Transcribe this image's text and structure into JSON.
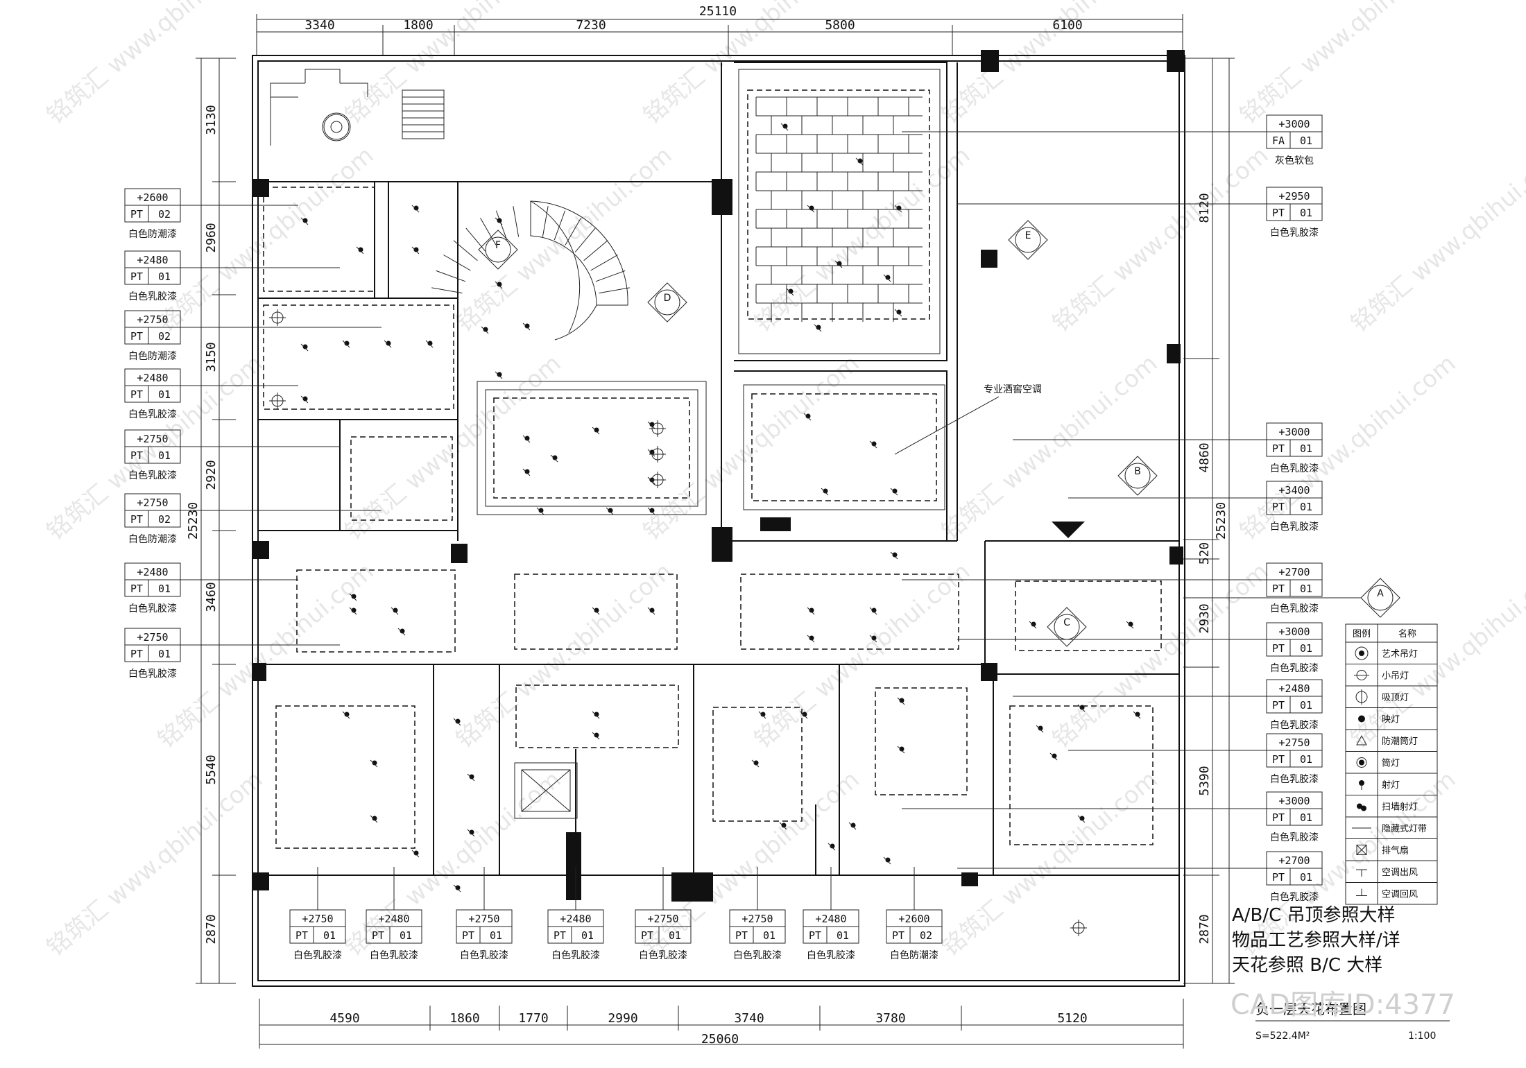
{
  "drawing": {
    "top_overall": "25110",
    "top_dims": [
      "3340",
      "1800",
      "7230",
      "5800",
      "6100"
    ],
    "bottom_overall": "25060",
    "bottom_dims": [
      "4590",
      "1860",
      "1770",
      "2990",
      "3740",
      "3780",
      "5120"
    ],
    "left_overall": "25230",
    "left_dims": [
      "3130",
      "2960",
      "3150",
      "2920",
      "3460",
      "5540",
      "2870"
    ],
    "right_overall": "25230",
    "right_dims": [
      "8120",
      "4860",
      "520",
      "2930",
      "5390",
      "2870"
    ]
  },
  "left_tags": [
    {
      "height": "+2600",
      "code": "PT",
      "num": "02",
      "note": "白色防潮漆"
    },
    {
      "height": "+2480",
      "code": "PT",
      "num": "01",
      "note": "白色乳胶漆"
    },
    {
      "height": "+2750",
      "code": "PT",
      "num": "02",
      "note": "白色防潮漆"
    },
    {
      "height": "+2480",
      "code": "PT",
      "num": "01",
      "note": "白色乳胶漆"
    },
    {
      "height": "+2750",
      "code": "PT",
      "num": "01",
      "note": "白色乳胶漆"
    },
    {
      "height": "+2750",
      "code": "PT",
      "num": "02",
      "note": "白色防潮漆"
    },
    {
      "height": "+2480",
      "code": "PT",
      "num": "01",
      "note": "白色乳胶漆"
    },
    {
      "height": "+2750",
      "code": "PT",
      "num": "01",
      "note": "白色乳胶漆"
    }
  ],
  "right_tags": [
    {
      "height": "+3000",
      "code": "FA",
      "num": "01",
      "note": "灰色软包"
    },
    {
      "height": "+2950",
      "code": "PT",
      "num": "01",
      "note": "白色乳胶漆"
    },
    {
      "height": "+3000",
      "code": "PT",
      "num": "01",
      "note": "白色乳胶漆"
    },
    {
      "height": "+3400",
      "code": "PT",
      "num": "01",
      "note": "白色乳胶漆"
    },
    {
      "height": "+2700",
      "code": "PT",
      "num": "01",
      "note": "白色乳胶漆"
    },
    {
      "height": "+3000",
      "code": "PT",
      "num": "01",
      "note": "白色乳胶漆"
    },
    {
      "height": "+2480",
      "code": "PT",
      "num": "01",
      "note": "白色乳胶漆"
    },
    {
      "height": "+2750",
      "code": "PT",
      "num": "01",
      "note": "白色乳胶漆"
    },
    {
      "height": "+3000",
      "code": "PT",
      "num": "01",
      "note": "白色乳胶漆"
    },
    {
      "height": "+2700",
      "code": "PT",
      "num": "01",
      "note": "白色乳胶漆"
    }
  ],
  "bottom_tags": [
    {
      "height": "+2750",
      "code": "PT",
      "num": "01",
      "note": "白色乳胶漆"
    },
    {
      "height": "+2480",
      "code": "PT",
      "num": "01",
      "note": "白色乳胶漆"
    },
    {
      "height": "+2750",
      "code": "PT",
      "num": "01",
      "note": "白色乳胶漆"
    },
    {
      "height": "+2480",
      "code": "PT",
      "num": "01",
      "note": "白色乳胶漆"
    },
    {
      "height": "+2750",
      "code": "PT",
      "num": "01",
      "note": "白色乳胶漆"
    },
    {
      "height": "+2750",
      "code": "PT",
      "num": "01",
      "note": "白色乳胶漆"
    },
    {
      "height": "+2480",
      "code": "PT",
      "num": "01",
      "note": "白色乳胶漆"
    },
    {
      "height": "+2600",
      "code": "PT",
      "num": "02",
      "note": "白色防潮漆"
    }
  ],
  "room_note": "专业酒窖空调",
  "section_marks": [
    "F",
    "D",
    "E",
    "B",
    "C",
    "A"
  ],
  "legend": {
    "header_icon": "图例",
    "header_name": "名称",
    "items": [
      {
        "icon": "art-chandelier-icon",
        "name": "艺术吊灯"
      },
      {
        "icon": "small-chandelier-icon",
        "name": "小吊灯"
      },
      {
        "icon": "ceiling-light-icon",
        "name": "吸顶灯"
      },
      {
        "icon": "downlight-icon",
        "name": "映灯"
      },
      {
        "icon": "waterproof-downlight-icon",
        "name": "防潮筒灯"
      },
      {
        "icon": "can-light-icon",
        "name": "筒灯"
      },
      {
        "icon": "spotlight-icon",
        "name": "射灯"
      },
      {
        "icon": "wash-spotlight-icon",
        "name": "扫墙射灯"
      },
      {
        "icon": "hidden-strip-icon",
        "name": "隐藏式灯带"
      },
      {
        "icon": "exhaust-fan-icon",
        "name": "排气扇"
      },
      {
        "icon": "ac-supply-icon",
        "name": "空调出风"
      },
      {
        "icon": "ac-return-icon",
        "name": "空调回风"
      }
    ]
  },
  "notes": [
    "A/B/C 吊顶参照大样",
    "物品工艺参照大样/详",
    "天花参照 B/C 大样"
  ],
  "title": "负一层天花布置图",
  "area": "S=522.4M²",
  "scale": "1:100",
  "cad_id": "CAD图库ID:4377",
  "watermark": "铭筑汇 www.qbihui.com"
}
